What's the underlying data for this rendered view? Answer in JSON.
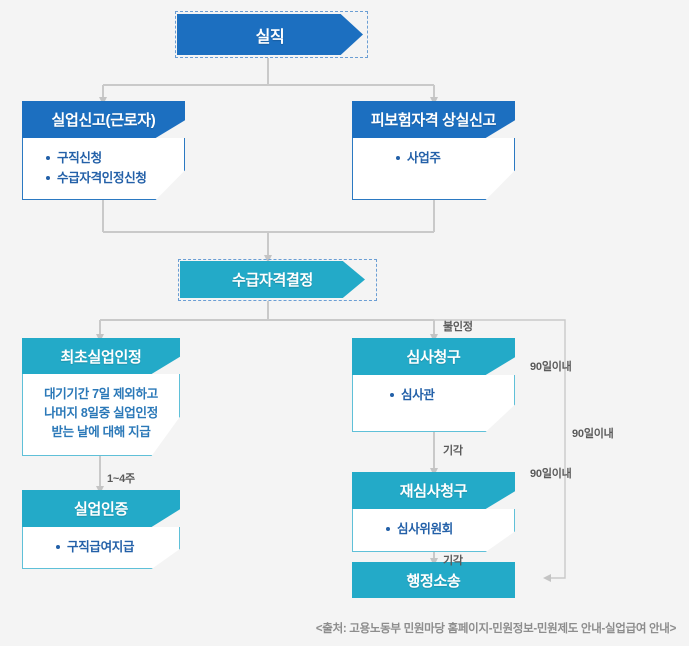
{
  "diagram": {
    "title_node": {
      "label": "실직"
    },
    "colors": {
      "blue": "#1c6fc0",
      "blue_dark_border": "#2b79c2",
      "cyan": "#23aac8",
      "cyan_border": "#5fc0d8",
      "background": "#f4f4f4",
      "connector": "#c9c9c9",
      "body_text": "#2360a8",
      "label_text": "#5a5a5a",
      "caption_text": "#8d8d8d"
    },
    "nodes": {
      "unemployment": {
        "label": "실직"
      },
      "report_worker": {
        "header": "실업신고(근로자)",
        "bullets": [
          "구직신청",
          "수급자격인정신청"
        ]
      },
      "report_insurance": {
        "header": "피보험자격 상실신고",
        "bullets": [
          "사업주"
        ]
      },
      "eligibility": {
        "label": "수급자격결정"
      },
      "first_recognition": {
        "header": "최초실업인정",
        "lines": [
          "대기기간 7일 제외하고",
          "나머지 8일중 실업인정",
          "받는 날에 대해 지급"
        ]
      },
      "unemployment_cert": {
        "header": "실업인증",
        "bullets": [
          "구직급여지급"
        ]
      },
      "review_request": {
        "header": "심사청구",
        "bullets": [
          "심사관"
        ]
      },
      "re_review_request": {
        "header": "재심사청구",
        "bullets": [
          "심사위원회"
        ]
      },
      "admin_litigation": {
        "label": "행정소송"
      }
    },
    "edge_labels": {
      "weeks_1_4": "1~4주",
      "not_recognized": "불인정",
      "dismissed_1": "기각",
      "dismissed_2": "기각",
      "within_90_days_1": "90일이내",
      "within_90_days_2": "90일이내",
      "within_90_days_3": "90일이내"
    },
    "caption": "<출처: 고용노동부 민원마당 홈페이지-민원정보-민원제도 안내-실업급여 안내>"
  }
}
